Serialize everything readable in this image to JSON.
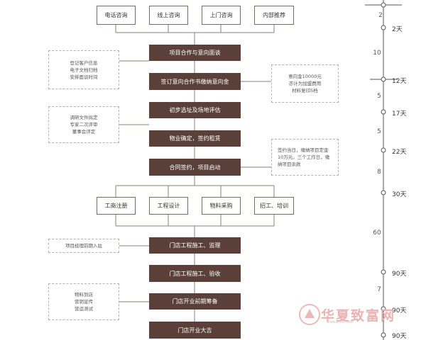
{
  "sources": [
    "电话咨询",
    "线上咨询",
    "上门咨询",
    "内部推荐"
  ],
  "steps": [
    "项目合作与意向面谈",
    "签订意向合作书缴纳意向金",
    "初步选址及场地评估",
    "物业确定，签约租赁",
    "合同签约，项目启动",
    "门店工程施工、监理",
    "门店工程施工、验收",
    "门店开业前期筹备",
    "门店开业大吉"
  ],
  "parallel": [
    "工商注册",
    "工程设计",
    "物料采购",
    "招工、培训"
  ],
  "notes": {
    "client_info": [
      "登记客户信息",
      "电子文档归档",
      "安排面谈时间"
    ],
    "deposit": [
      "意向金10000元",
      "亦计为加盟费用",
      "材料复印5档"
    ],
    "research": [
      "调研文件拟定",
      "专家二次评审",
      "董事会评定"
    ],
    "signing": [
      "签约当日，缴纳项目定金",
      "10万元。三个工作日，缴",
      "纳项目余款"
    ],
    "manager": [
      "项目经理前期入驻"
    ],
    "prep": [
      "物料到店",
      "营销宣传",
      "营运测试"
    ]
  },
  "timeline": {
    "intervals": [
      "2",
      "10",
      "5",
      "5",
      "8",
      "60",
      "7"
    ],
    "days": [
      "2天",
      "12天",
      "17天",
      "22天",
      "30天",
      "90天",
      "90天",
      "90天"
    ]
  },
  "watermark": {
    "text": "华夏致富网",
    "url": "www.zhifu.com"
  },
  "colors": {
    "step_fill": "#5a4038",
    "border": "#7a6a63",
    "note_border": "#b9b0ab"
  }
}
